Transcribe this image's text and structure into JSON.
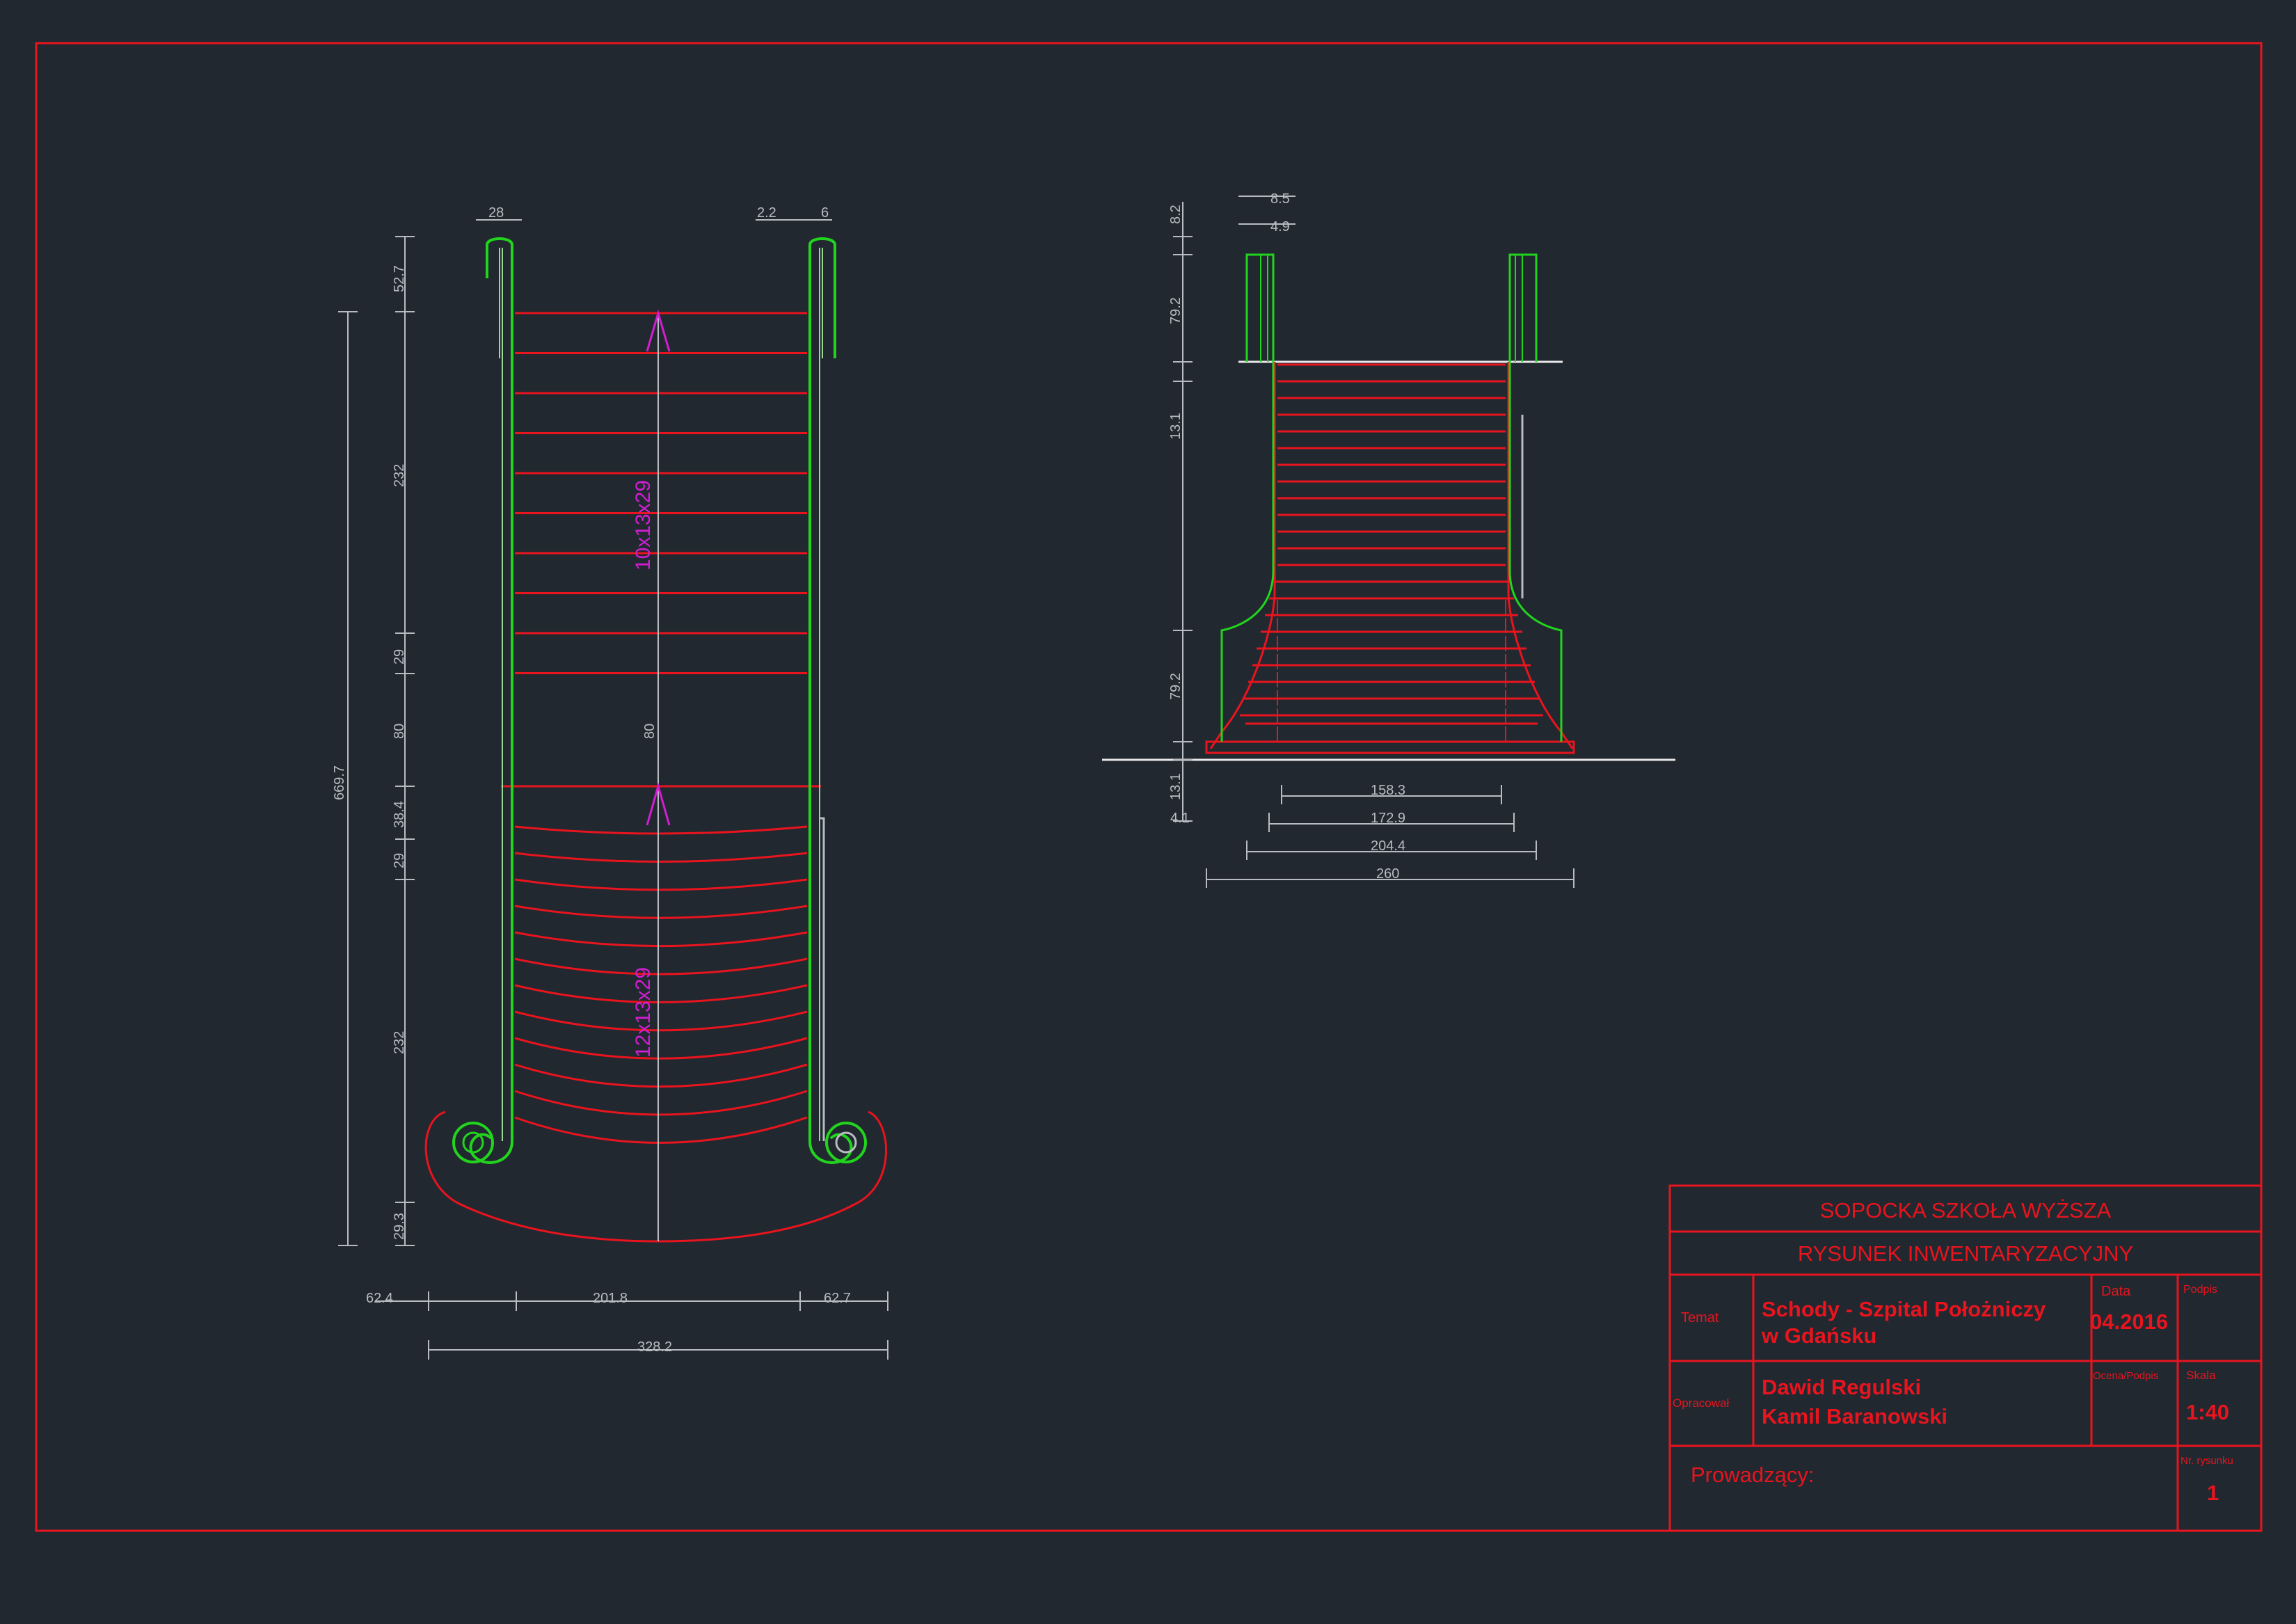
{
  "colors": {
    "background": "#212830",
    "frame": "#e8141e",
    "steps": "#e8141e",
    "handrail": "#22d41e",
    "dimension": "#b8bcc2",
    "annotation": "#d21ed2"
  },
  "plan": {
    "flight_upper_label": "10x13x29",
    "flight_lower_label": "12x13x29",
    "landing_dim": "80",
    "left_dims": [
      "52.7",
      "232",
      "29",
      "80",
      "38.4",
      "29",
      "232",
      "29.3"
    ],
    "total_length": "669.7",
    "top_dims": [
      "28",
      "2.2",
      "6"
    ],
    "bottom_dims": [
      "62.4",
      "201.8",
      "62.7"
    ],
    "bottom_total": "328.2"
  },
  "elevation": {
    "top_dims": [
      "8.5",
      "4.9"
    ],
    "left_dims": [
      "8.2",
      "79.2",
      "13.1",
      "79.2",
      "13.1"
    ],
    "small_dim": "4.1",
    "widths": [
      "158.3",
      "172.9",
      "204.4",
      "260"
    ]
  },
  "title_block": {
    "school": "SOPOCKA SZKOŁA WYŻSZA",
    "drawing_type": "RYSUNEK INWENTARYZACYJNY",
    "topic_label": "Temat",
    "topic_line1": "Schody - Szpital Położniczy",
    "topic_line2": "w Gdańsku",
    "date_label": "Data",
    "date_value": "04.2016",
    "signature_label": "Podpis",
    "author_label": "Opracował",
    "author1": "Dawid Regulski",
    "author2": "Kamil Baranowski",
    "check_label": "Ocena/Podpis",
    "scale_label": "Skala",
    "scale_value": "1:40",
    "supervisor_label": "Prowadzący:",
    "number_label": "Nr. rysunku",
    "number_value": "1"
  }
}
